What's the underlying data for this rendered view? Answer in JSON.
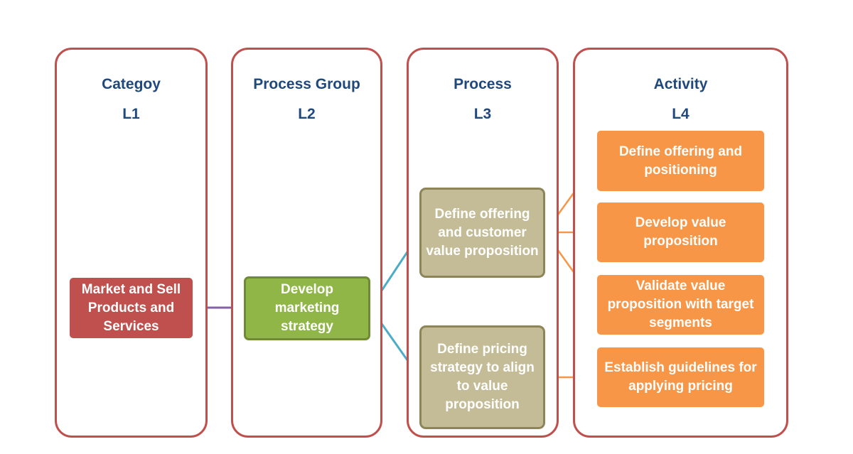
{
  "diagram": {
    "columns": [
      {
        "title": "Categoy",
        "level": "L1"
      },
      {
        "title": "Process Group",
        "level": "L2"
      },
      {
        "title": "Process",
        "level": "L3"
      },
      {
        "title": "Activity",
        "level": "L4"
      }
    ],
    "nodes": {
      "l1_market_sell": "Market and Sell Products and Services",
      "l2_marketing_strategy": "Develop marketing strategy",
      "l3_offering_value": "Define offering and customer value proposition",
      "l3_pricing_strategy": "Define pricing strategy to align to value proposition",
      "l4_offering_positioning": "Define offering and positioning",
      "l4_value_proposition": "Develop value proposition",
      "l4_validate_value": "Validate value proposition with target segments",
      "l4_pricing_guidelines": "Establish guidelines for applying pricing"
    },
    "colors": {
      "column_border": "#c0504d",
      "heading": "#1f497d",
      "l1_node": "#c0504d",
      "l2_node": "#8fb646",
      "l3_node": "#c4bc96",
      "l4_node": "#f79646",
      "link_l1_l2": "#8064a2",
      "link_l2_l3": "#4bacc6",
      "link_l3_l4": "#f79646"
    }
  }
}
